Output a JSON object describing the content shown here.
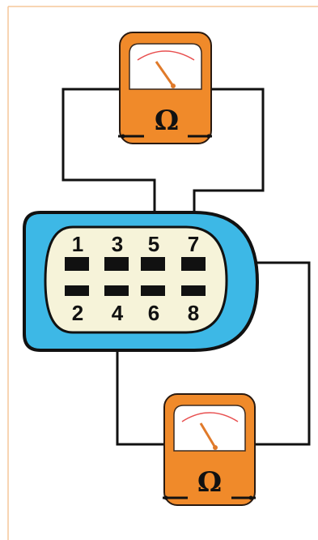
{
  "colors": {
    "frame": "#f6c79a",
    "connector_shell": "#3db8e6",
    "connector_face": "#f6f3d9",
    "meter_body": "#f08a2a",
    "meter_dial": "#ffffff",
    "needle": "#e07a2a",
    "wire": "#111111"
  },
  "connector": {
    "top_pins": [
      "1",
      "3",
      "5",
      "7"
    ],
    "bottom_pins": [
      "2",
      "4",
      "6",
      "8"
    ]
  },
  "meters": [
    {
      "id": "top",
      "symbol": "Ω",
      "connects": [
        "5",
        "7"
      ]
    },
    {
      "id": "bottom",
      "symbol": "Ω",
      "connects": [
        "4",
        "7"
      ]
    }
  ]
}
